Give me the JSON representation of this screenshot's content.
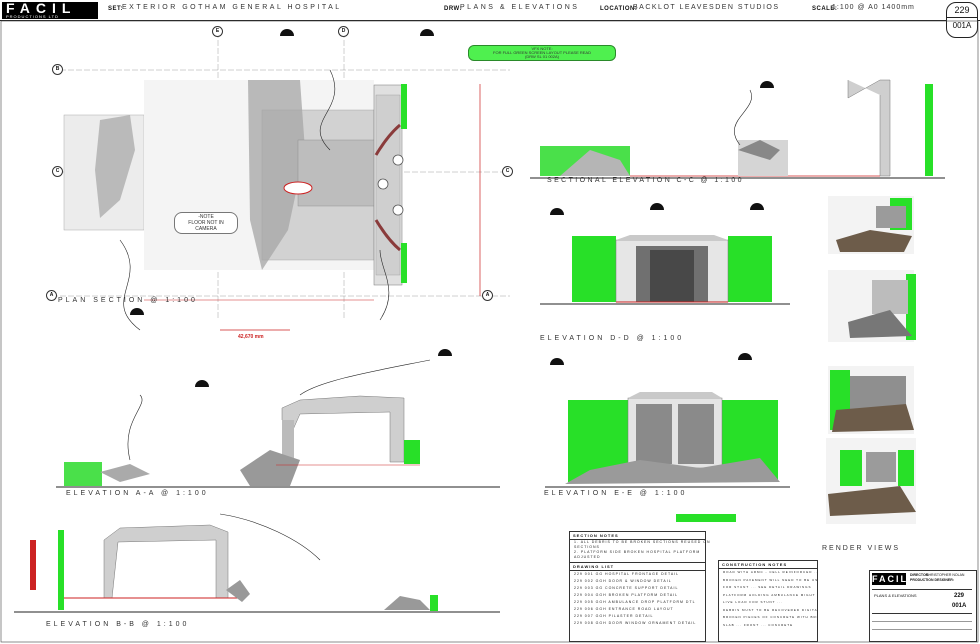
{
  "header": {
    "logo": "FACIL",
    "logo_sub": "PRODUCTIONS LTD",
    "set_label": "SET:",
    "set_value": "EXTERIOR GOTHAM GENERAL HOSPITAL",
    "drw_label": "DRW:",
    "drw_value": "PLANS & ELEVATIONS",
    "location_label": "LOCATION:",
    "location_value": "BACKLOT LEAVESDEN STUDIOS",
    "scale_label": "SCALE:",
    "scale_value": "1:100 @ A0 1400mm",
    "sheet_no": "229",
    "revision": "001A"
  },
  "view_titles": {
    "plan": "PLAN SECTION @ 1:100",
    "cc": "SECTIONAL ELEVATION C-C @ 1:100",
    "dd": "ELEVATION D-D @ 1:100",
    "aa": "ELEVATION A-A @ 1:100",
    "ee": "ELEVATION E-E @ 1:100",
    "bb": "ELEVATION B-B @ 1:100",
    "renders": "RENDER VIEWS"
  },
  "plan_notes": {
    "green_note": "VFX NOTE:\nFOR FULL GREEN SCREEN LAYOUT PLEASE READ\n(DRW SL 01 002A)",
    "floor_note": "-NOTE\nFLOOR NOT IN CAMERA",
    "dimension": "42,670 mm"
  },
  "grid_labels": [
    "A",
    "B",
    "C",
    "D",
    "E"
  ],
  "panels": {
    "notes_title": "SECTION NOTES",
    "notes_rows": [
      "1. ALL DEBRIS TO BE BROKEN SECTIONS REUSED ON",
      "   SECTIONS",
      "2. PLATFORM SIDE BROKEN HOSPITAL PLATFORM",
      "   ADJUSTED"
    ],
    "drawing_list_title": "DRAWING LIST",
    "drawing_list": [
      "229 001  GG HOSPITAL FRONTAGE DETAIL",
      "229 002  GGH DOOR & WINDOW DETAIL",
      "229 003  GG CONCRETE SUPPORT DETAIL",
      "229 004  GGH BROKEN PLATFORM DETAIL",
      "229 005  GGH AMBULANCE DROP PLATFORM DTL",
      "229 006  GGH ENTRANCE ROAD LAYOUT",
      "229 007  GGH PILASTER DETAIL",
      "229 008  GGH DOOR WINDOW ORNAMENT DETAIL"
    ],
    "construction_title": "CONSTRUCTION NOTES",
    "construction_rows": [
      "ROAD WITH ARMC - CELL REINFORCED ...",
      "BROKEN PAVEMENT WILL NEED TO BE USED IN ACTION",
      "FOR STUNT ... SEE DETAIL DRAWINGS",
      "PLATFORM HOLDING AMBULANCE MIGHT TO BEAR",
      "LIVE LOAD FOR STUNT ...",
      "DEBRIS MUST TO BE RECOVERED DIGITALLY DRAWN",
      "BROKEN PIECES OF CONCRETE WITH BROKEN",
      "SLAB ... FRONT ... CONCRETE"
    ]
  },
  "title_block": {
    "logo": "FACIL",
    "director_label": "DIRECTOR:",
    "director": "CHRISTOPHER NOLAN",
    "designer_label": "PRODUCTION DESIGNER:",
    "sheet": "229",
    "rev": "001A",
    "drw": "PLANS & ELEVATIONS"
  },
  "colors": {
    "green": "#28e028",
    "concrete": "#bdbdbd",
    "red": "#c22222",
    "line": "#222222"
  }
}
